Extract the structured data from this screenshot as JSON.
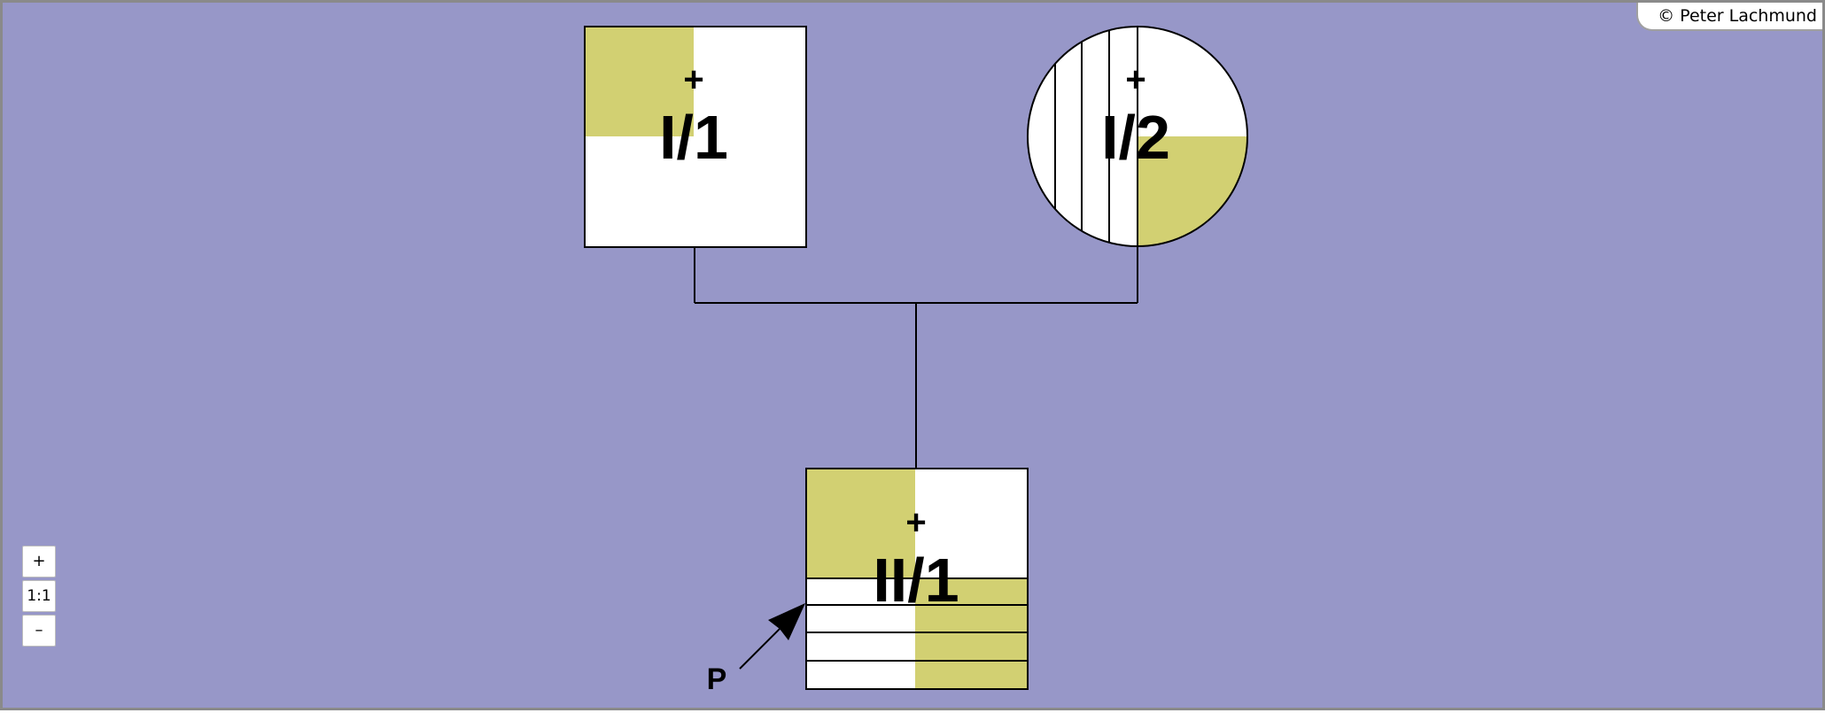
{
  "copyright": "© Peter Lachmund",
  "zoom": {
    "in_label": "+",
    "reset_label": "1:1",
    "out_label": "–"
  },
  "colors": {
    "background": "#9797c8",
    "affected": "#d2d072",
    "unaffected": "#ffffff",
    "stroke": "#000000"
  },
  "pedigree": {
    "individuals": [
      {
        "id": "I/1",
        "sex": "male",
        "generation": 1,
        "deceased": true,
        "marker": "+",
        "filled_quadrants": [
          "top-left"
        ],
        "hatched": false
      },
      {
        "id": "I/2",
        "sex": "female",
        "generation": 1,
        "deceased": true,
        "marker": "+",
        "filled_quadrants": [
          "bottom-right"
        ],
        "hatched_half": "left"
      },
      {
        "id": "II/1",
        "sex": "male",
        "generation": 2,
        "deceased": true,
        "marker": "+",
        "filled_quadrants": [
          "top-left"
        ],
        "proband": true,
        "extra_rows": 4,
        "extra_rows_filled_half": "right"
      }
    ],
    "proband_label": "P"
  }
}
